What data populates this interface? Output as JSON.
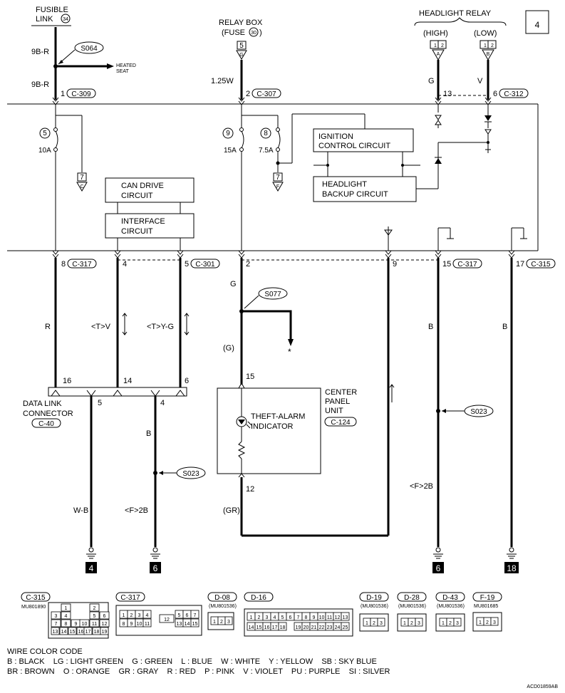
{
  "page_number": "4",
  "sources": {
    "fusible_link": {
      "line1": "FUSIBLE",
      "line2": "LINK",
      "num": "34"
    },
    "relay_box": {
      "line1": "RELAY BOX",
      "line2": "(FUSE",
      "num": "30",
      "pin": "5",
      "connector": "G"
    },
    "headlight_relay": {
      "title": "HEADLIGHT RELAY",
      "high": "(HIGH)",
      "low": "(LOW)",
      "high_conn": "A",
      "low_conn": "B",
      "pins": "1 2"
    }
  },
  "splice_top": {
    "id": "S064",
    "dest1": "HEATED",
    "dest2": "SEAT"
  },
  "wires_top": {
    "w1a": "9B-R",
    "w1b": "9B-R",
    "w1pin": "1",
    "w1conn": "C-309",
    "w2": "1.25W",
    "w2pin": "2",
    "w2conn": "C-307",
    "w3": "G",
    "w3pin": "13",
    "w4": "V",
    "w4pin": "6",
    "w4conn": "C-312"
  },
  "fuses": [
    {
      "num": "5",
      "amp": "10A"
    },
    {
      "num": "9",
      "amp": "15A"
    },
    {
      "num": "8",
      "amp": "7.5A"
    }
  ],
  "refs": {
    "r1_num": "7",
    "r1_letter": "C",
    "r2_num": "7",
    "r2_letter": "F"
  },
  "blocks": {
    "can_drive": [
      "CAN DRIVE",
      "CIRCUIT"
    ],
    "interface": [
      "INTERFACE",
      "CIRCUIT"
    ],
    "ignition": [
      "IGNITION",
      "CONTROL CIRCUIT"
    ],
    "headlight_backup": [
      "HEADLIGHT",
      "BACKUP CIRCUIT"
    ]
  },
  "bottom_pins": {
    "p1": "8",
    "p1conn": "C-317",
    "p2": "4",
    "p3": "5",
    "p3conn": "C-301",
    "p4": "2",
    "p5": "9",
    "p6": "15",
    "p6conn": "C-317",
    "p7": "17",
    "p7conn": "C-315"
  },
  "wire_labels": {
    "r": "R",
    "tv": "<T>V",
    "tyg": "<T>Y-G",
    "g": "G",
    "g2": "(G)",
    "s077": "S077",
    "star": "*",
    "b1": "B",
    "b2": "B",
    "b3": "B",
    "wb": "W-B",
    "f2b1": "<F>2B",
    "f2b2": "<F>2B",
    "gr": "(GR)",
    "s023a": "S023",
    "s023b": "S023"
  },
  "dlc": {
    "line1": "DATA LINK",
    "line2": "CONNECTOR",
    "conn": "C-40",
    "pins": [
      "16",
      "14",
      "6",
      "5",
      "4"
    ]
  },
  "cpu": {
    "line1": "CENTER",
    "line2": "PANEL",
    "line3": "UNIT",
    "conn": "C-124",
    "ind1": "THEFT-ALARM",
    "ind2": "INDICATOR",
    "pin_top": "15",
    "pin_bot": "12"
  },
  "grounds": [
    "4",
    "6",
    "6",
    "18"
  ],
  "connectors": [
    {
      "id": "C-315",
      "part": "MU801890"
    },
    {
      "id": "C-317",
      "part": ""
    },
    {
      "id": "D-08",
      "part": "(MU801536)"
    },
    {
      "id": "D-16",
      "part": ""
    },
    {
      "id": "D-19",
      "part": "(MU801536)"
    },
    {
      "id": "D-28",
      "part": "(MU801536)"
    },
    {
      "id": "D-43",
      "part": "(MU801536)"
    },
    {
      "id": "F-19",
      "part": "MU801685"
    }
  ],
  "c315_cells": [
    "1",
    "2",
    "3",
    "4",
    "5",
    "6",
    "7",
    "8",
    "9",
    "10",
    "11",
    "12",
    "13",
    "14",
    "15",
    "16",
    "17",
    "18",
    "19"
  ],
  "c317_cells": [
    "1",
    "2",
    "3",
    "4",
    "5",
    "6",
    "7",
    "8",
    "9",
    "10",
    "11",
    "12",
    "13",
    "14",
    "15"
  ],
  "d16_row1": [
    "1",
    "2",
    "3",
    "4",
    "5",
    "6",
    "7",
    "8",
    "9",
    "10",
    "11",
    "12",
    "13"
  ],
  "d16_row2": [
    "14",
    "15",
    "16",
    "17",
    "18",
    "19",
    "20",
    "21",
    "22",
    "23",
    "24",
    "25"
  ],
  "three_pin": [
    "1",
    "2",
    "3"
  ],
  "color_code": {
    "title": "WIRE COLOR CODE",
    "line1": "B : BLACK    LG : LIGHT GREEN    G : GREEN    L : BLUE    W : WHITE    Y : YELLOW    SB : SKY BLUE",
    "line2": "BR : BROWN    O : ORANGE    GR : GRAY    R : RED    P : PINK    V : VIOLET    PU : PURPLE    SI : SILVER"
  },
  "doc_code": "ACD01859AB"
}
